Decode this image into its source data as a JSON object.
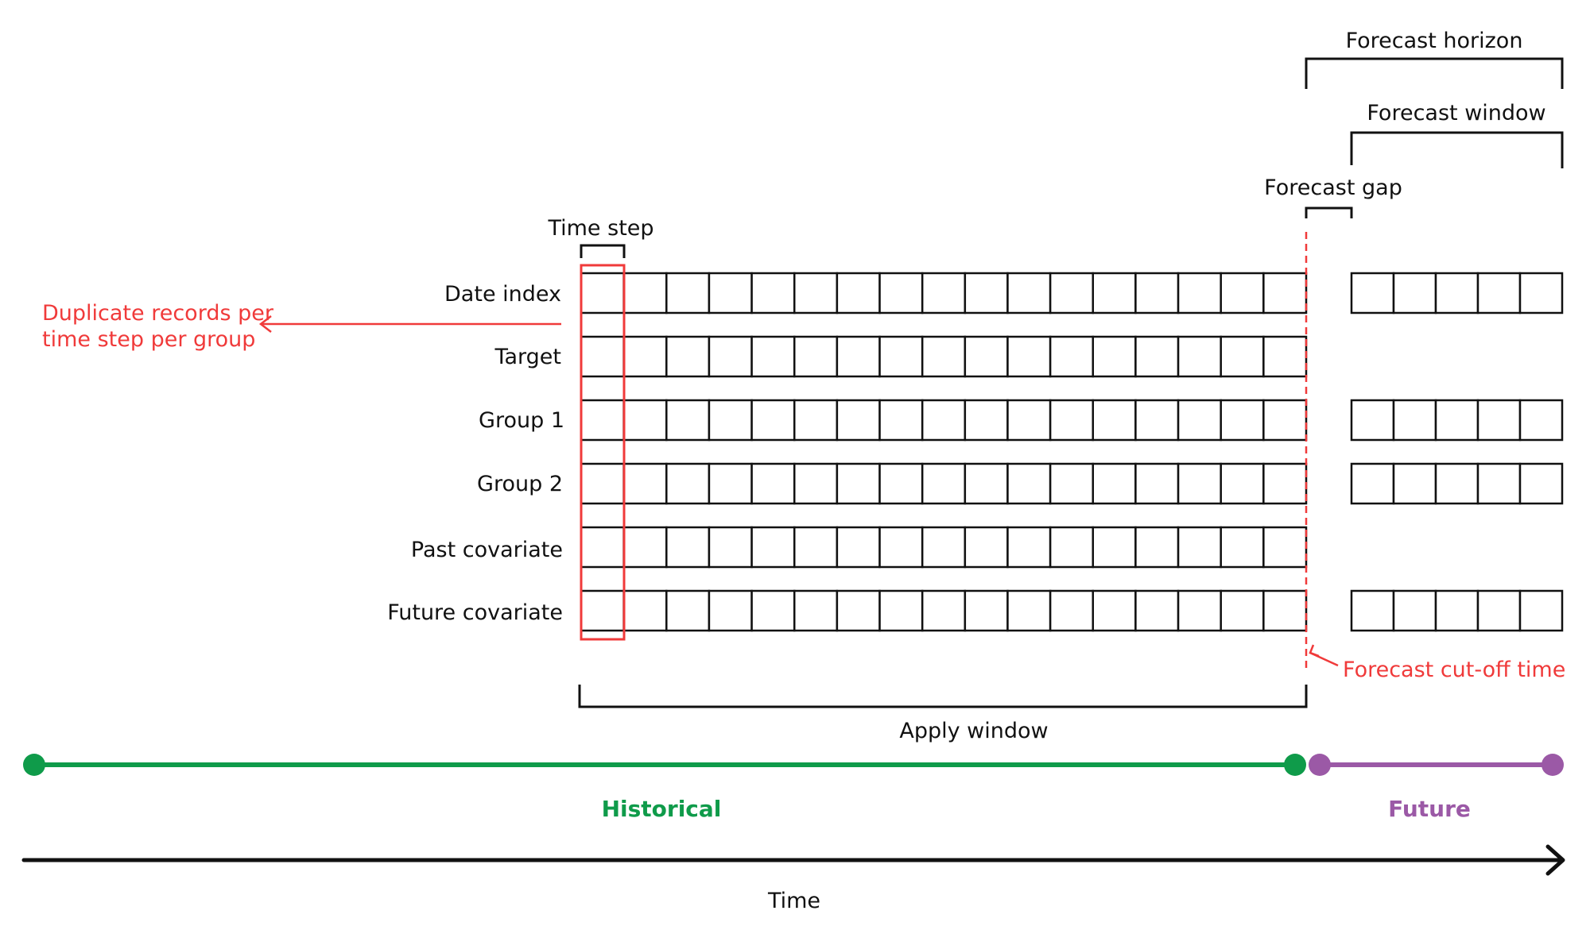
{
  "colors": {
    "black": "#111111",
    "red": "#f03a3a",
    "green": "#0f9b4a",
    "purple": "#9b59a6"
  },
  "labels": {
    "forecast_horizon": "Forecast horizon",
    "forecast_window": "Forecast window",
    "forecast_gap": "Forecast gap",
    "time_step": "Time step",
    "duplicate_line1": "Duplicate records per",
    "duplicate_line2": "time step per group",
    "forecast_cutoff": "Forecast cut-off time",
    "apply_window": "Apply window",
    "historical": "Historical",
    "future": "Future",
    "time": "Time"
  },
  "rows": [
    {
      "label": "Date index",
      "history_cells": 17,
      "future_cells": 5
    },
    {
      "label": "Target",
      "history_cells": 17,
      "future_cells": 0
    },
    {
      "label": "Group 1",
      "history_cells": 17,
      "future_cells": 5
    },
    {
      "label": "Group 2",
      "history_cells": 17,
      "future_cells": 5
    },
    {
      "label": "Past covariate",
      "history_cells": 17,
      "future_cells": 0
    },
    {
      "label": "Future covariate",
      "history_cells": 17,
      "future_cells": 5
    }
  ]
}
